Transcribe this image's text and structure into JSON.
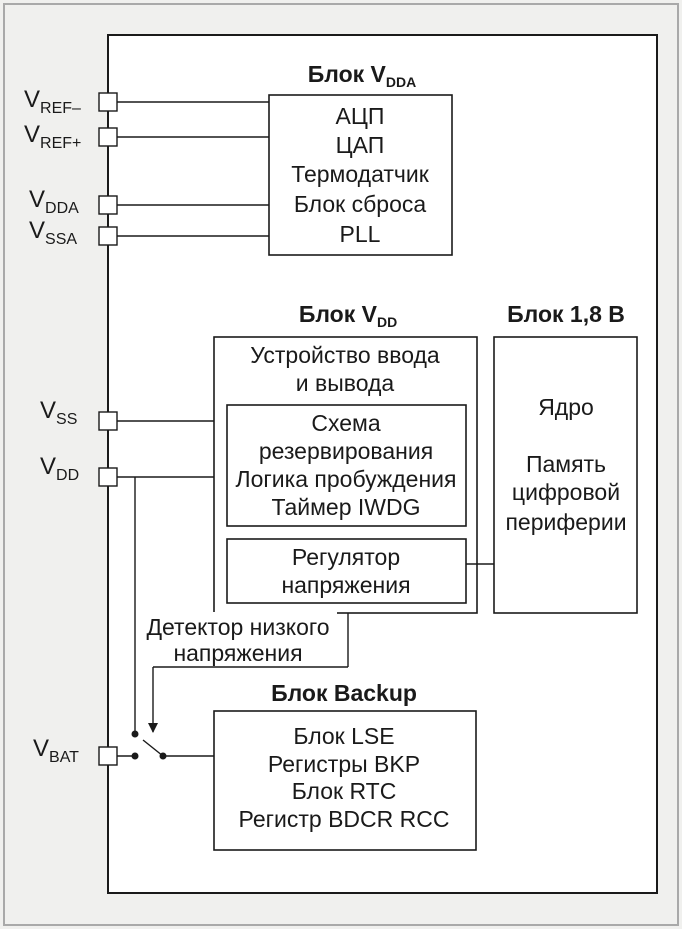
{
  "colors": {
    "background": "#f0f0ee",
    "frame": "#a9a9a9",
    "ink": "#1a1a1a",
    "box": "#ffffff"
  },
  "pins": {
    "vref_minus": {
      "base": "V",
      "sub": "REF–"
    },
    "vref_plus": {
      "base": "V",
      "sub": "REF+"
    },
    "vdda": {
      "base": "V",
      "sub": "DDA"
    },
    "vssa": {
      "base": "V",
      "sub": "SSA"
    },
    "vss": {
      "base": "V",
      "sub": "SS"
    },
    "vdd": {
      "base": "V",
      "sub": "DD"
    },
    "vbat": {
      "base": "V",
      "sub": "BAT"
    }
  },
  "vdda_block": {
    "title": {
      "prefix": "Блок V",
      "sub": "DDA"
    },
    "items": [
      "АЦП",
      "ЦАП",
      "Термодатчик",
      "Блок сброса",
      "PLL"
    ]
  },
  "vdd_block": {
    "title": {
      "prefix": "Блок V",
      "sub": "DD"
    },
    "io_lines": [
      "Устройство ввода",
      "и вывода"
    ],
    "inner_lines": [
      "Схема",
      "резервирования",
      "Логика пробуждения",
      "Таймер IWDG"
    ],
    "regulator_lines": [
      "Регулятор",
      "напряжения"
    ]
  },
  "block_18": {
    "title": "Блок 1,8 В",
    "core": "Ядро",
    "memory_lines": [
      "Память",
      "цифровой",
      "периферии"
    ]
  },
  "detector": {
    "lines": [
      "Детектор низкого",
      "напряжения"
    ]
  },
  "backup_block": {
    "title": "Блок Backup",
    "items": [
      "Блок LSE",
      "Регистры BKP",
      "Блок RTC",
      "Регистр BDCR RCC"
    ]
  }
}
